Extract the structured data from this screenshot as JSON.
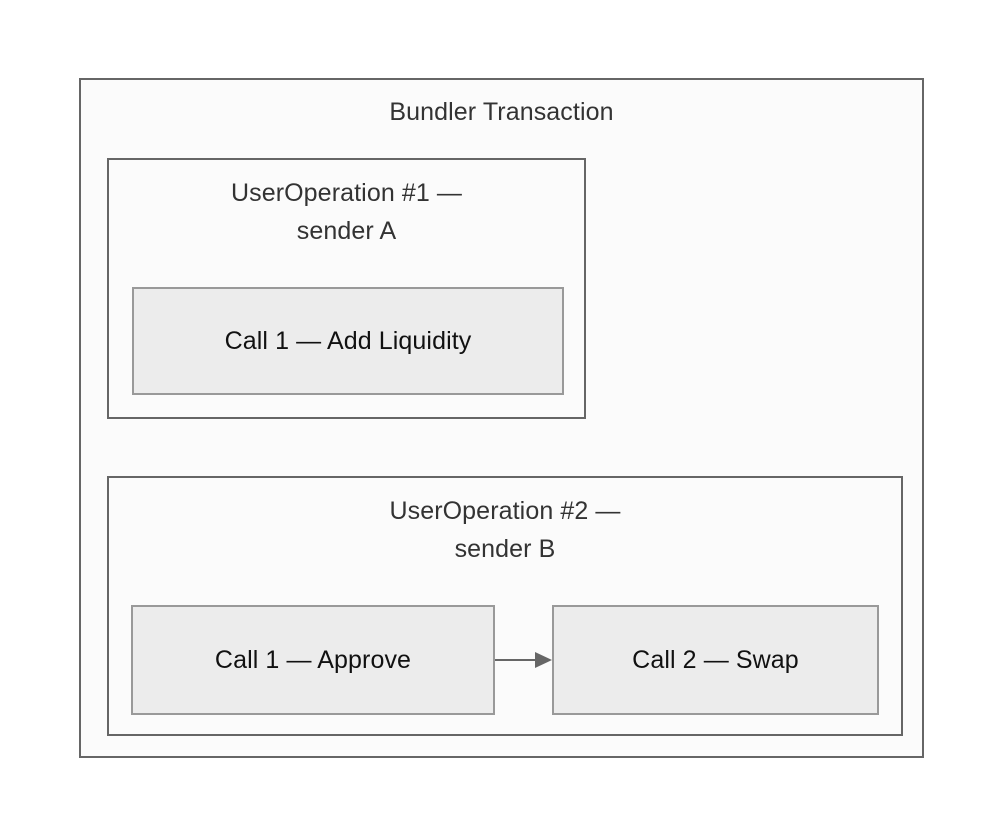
{
  "diagram": {
    "type": "nested-block-diagram",
    "background_color": "#ffffff",
    "container": {
      "title": "Bundler Transaction",
      "fill_color": "#fbfbfb",
      "border_color": "#666666"
    },
    "user_operations": [
      {
        "id": "userop-1",
        "title_line1": "UserOperation #1 —",
        "title_line2": "sender A",
        "fill_color": "#fbfbfb",
        "border_color": "#666666",
        "calls": [
          {
            "id": "call-add-liquidity",
            "label": "Call 1 — Add Liquidity",
            "fill_color": "#ececec",
            "border_color": "#999999"
          }
        ]
      },
      {
        "id": "userop-2",
        "title_line1": "UserOperation #2 —",
        "title_line2": "sender B",
        "fill_color": "#fbfbfb",
        "border_color": "#666666",
        "calls": [
          {
            "id": "call-approve",
            "label": "Call 1 — Approve",
            "fill_color": "#ececec",
            "border_color": "#999999"
          },
          {
            "id": "call-swap",
            "label": "Call 2 — Swap",
            "fill_color": "#ececec",
            "border_color": "#999999"
          }
        ],
        "connectors": [
          {
            "id": "approve-to-swap",
            "from": "call-approve",
            "to": "call-swap",
            "style": "solid-arrow",
            "color": "#666666",
            "label": ""
          }
        ]
      }
    ],
    "text_color": "#333333",
    "call_text_color": "#111111"
  }
}
